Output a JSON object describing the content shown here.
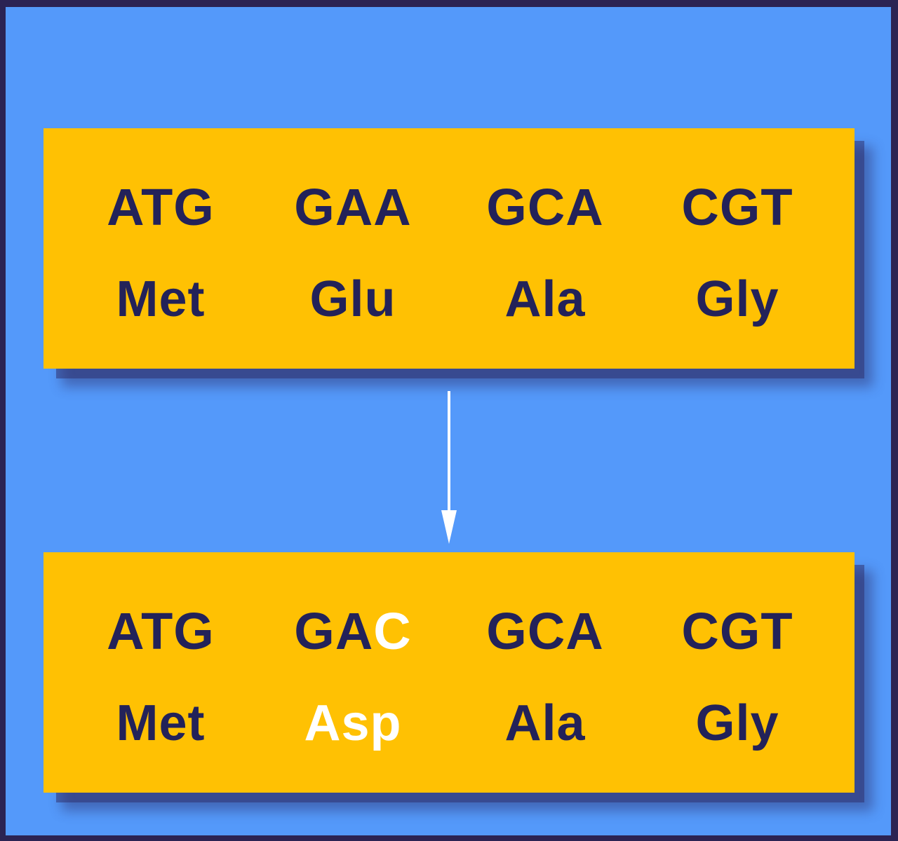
{
  "colors": {
    "frame": "#2b2353",
    "background": "#5499fa",
    "box": "#ffc103",
    "text": "#232259",
    "highlight": "#ffffff",
    "arrow": "#ffffff"
  },
  "boxes": [
    {
      "name": "original-sequence",
      "codons": {
        "c0": "ATG",
        "c1": "GAA",
        "c2": "GCA",
        "c3": "CGT"
      },
      "aminos": {
        "a0": "Met",
        "a1": "Glu",
        "a2": "Ala",
        "a3": "Gly"
      }
    },
    {
      "name": "mutated-sequence",
      "codons": {
        "c0": "ATG",
        "c1_normal": "GA",
        "c1_mutated": "C",
        "c2": "GCA",
        "c3": "CGT"
      },
      "aminos": {
        "a0": "Met",
        "a1": "Asp",
        "a2": "Ala",
        "a3": "Gly"
      }
    }
  ]
}
